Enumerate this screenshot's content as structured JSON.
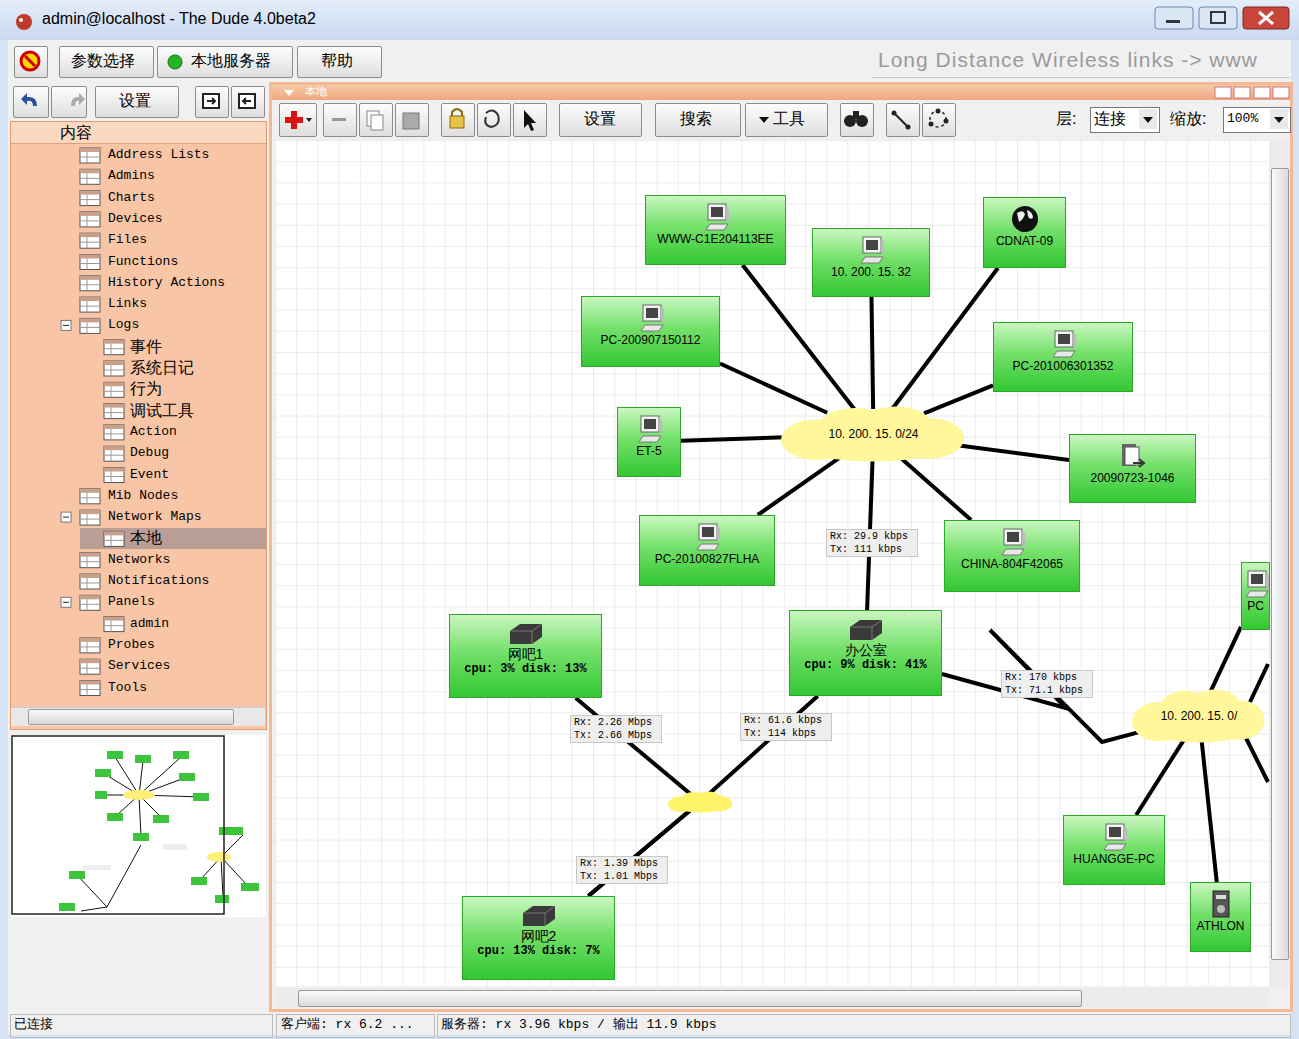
{
  "diagram": {
    "title": "admin@localhost - The Dude 4.0beta2",
    "nodes": [
      {
        "text": [
          "WWW-C1E204113EE"
        ]
      },
      {
        "text": [
          "10. 200. 15. 32"
        ]
      },
      {
        "text": [
          "CDNAT-09"
        ]
      },
      {
        "text": [
          "PC-200907150112"
        ]
      },
      {
        "text": [
          "PC-201006301352"
        ]
      },
      {
        "text": [
          "10. 200. 15. 0/24"
        ]
      },
      {
        "text": [
          "ET-5"
        ]
      },
      {
        "text": [
          "20090723-1046"
        ]
      },
      {
        "text": [
          "PC-20100827FLHA"
        ]
      },
      {
        "text": [
          "CHINA-804F42065"
        ]
      },
      {
        "text": [
          "网吧1",
          "cpu: 3% disk: 13%"
        ]
      },
      {
        "text": [
          "办公室",
          "cpu: 9% disk: 41%"
        ]
      },
      {
        "text": [
          "网吧2",
          "cpu: 13% disk: 7%"
        ]
      },
      {
        "text": [
          "10. 200. 15. 0/"
        ]
      },
      {
        "text": [
          "HUANGGE-PC"
        ]
      },
      {
        "text": [
          "ATHLON"
        ]
      },
      {
        "text": [
          "PC"
        ]
      }
    ],
    "edges": [
      {
        "from": 5,
        "to": 0,
        "arrow": "none"
      },
      {
        "from": 5,
        "to": 1,
        "arrow": "none"
      },
      {
        "from": 5,
        "to": 2,
        "arrow": "none"
      },
      {
        "from": 5,
        "to": 3,
        "arrow": "none"
      },
      {
        "from": 5,
        "to": 4,
        "arrow": "none"
      },
      {
        "from": 5,
        "to": 6,
        "arrow": "none"
      },
      {
        "from": 5,
        "to": 7,
        "arrow": "none"
      },
      {
        "from": 5,
        "to": 8,
        "arrow": "none"
      },
      {
        "from": 5,
        "to": 9,
        "arrow": "none"
      },
      {
        "from": 5,
        "to": 11,
        "label": "Rx: 29.9 kbps Tx: 111 kbps",
        "arrow": "none"
      },
      {
        "from": 11,
        "to": 13,
        "label": "Rx: 170 kbps Tx: 71.1 kbps",
        "arrow": "none"
      },
      {
        "from": 10,
        "to": 12,
        "label": "Rx: 2.26 Mbps Tx: 2.66 Mbps",
        "arrow": "none"
      },
      {
        "from": 11,
        "to": 12,
        "label": "Rx: 61.6 kbps Tx: 114 kbps",
        "arrow": "none"
      },
      {
        "from": 13,
        "to": 14,
        "arrow": "none"
      },
      {
        "from": 13,
        "to": 15,
        "arrow": "none"
      },
      {
        "from": 13,
        "to": 16,
        "arrow": "none"
      }
    ],
    "labels": [
      "参数选择",
      "本地服务器",
      "帮助",
      "Long Distance Wireless links -> www",
      "设置",
      "内容",
      "Address Lists",
      "Admins",
      "Charts",
      "Devices",
      "Files",
      "Functions",
      "History Actions",
      "Links",
      "Logs",
      "事件",
      "系统日记",
      "行为",
      "调试工具",
      "Action",
      "Debug",
      "Event",
      "Mib Nodes",
      "Network Maps",
      "本地",
      "Networks",
      "Notifications",
      "Panels",
      "admin",
      "Probes",
      "Services",
      "Tools",
      "本地",
      "设置",
      "搜索",
      "工具",
      "层:",
      "连接",
      "缩放:",
      "100%",
      "Rx: 1.39 Mbps Tx: 1.01 Mbps",
      "已连接",
      "客户端: rx 6.2 ...",
      "服务器: rx 3.96 kbps / 输出 11.9 kbps"
    ]
  }
}
